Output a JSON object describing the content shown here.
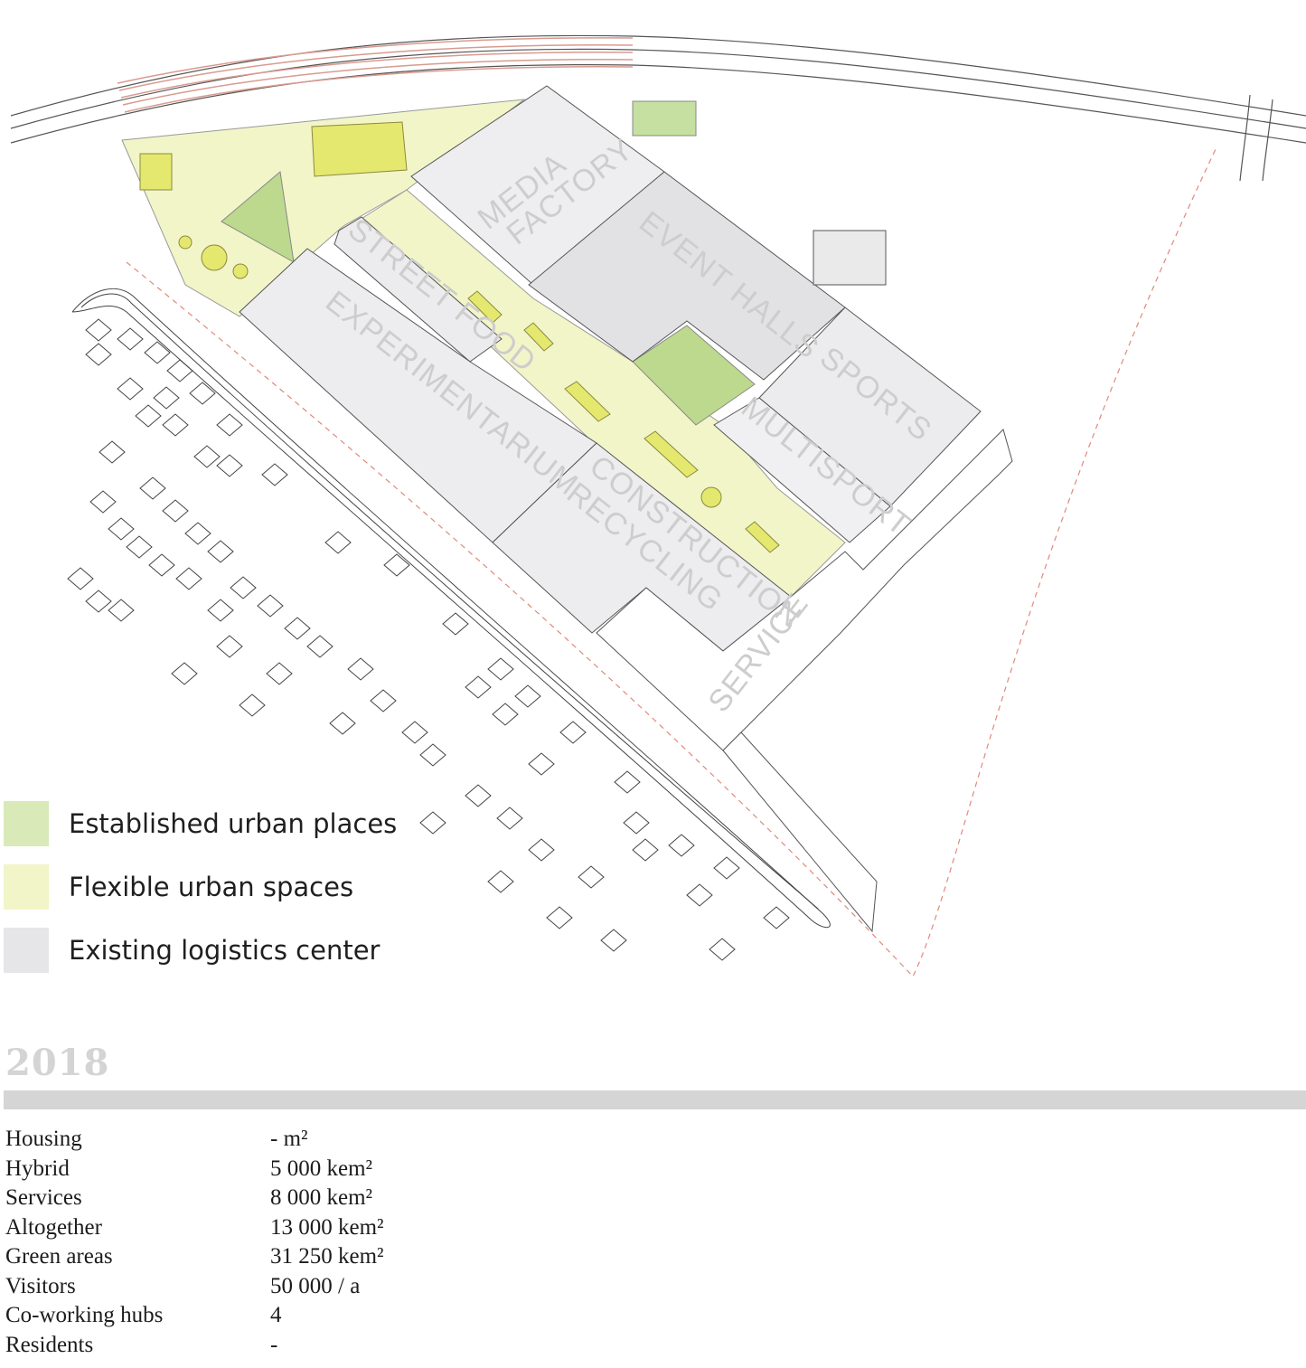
{
  "plan": {
    "zones": {
      "media_factory": "MEDIA FACTORY",
      "event_halls": "EVENT HALLS",
      "street_food": "STREET FOOD",
      "experimentarium": "EXPERIMENTARIUM",
      "sports": "SPORTS",
      "multisport": "MULTISPORT",
      "construction_recycling_1": "CONSTRUCTION",
      "construction_recycling_2": "RECYCLING",
      "service": "SERVICE",
      "media_line_1": "MEDIA",
      "media_line_2": "FACTORY"
    }
  },
  "legend": [
    {
      "label": "Established urban places",
      "color": "#d9eab8"
    },
    {
      "label": "Flexible urban spaces",
      "color": "#f2f5c8"
    },
    {
      "label": "Existing logistics center",
      "color": "#e6e6e8"
    }
  ],
  "year": "2018",
  "stats": [
    {
      "label": "Housing",
      "value": "- m²"
    },
    {
      "label": "Hybrid",
      "value": "5 000 kem²"
    },
    {
      "label": "Services",
      "value": "8 000 kem²"
    },
    {
      "label": "Altogether",
      "value": "13 000 kem²"
    },
    {
      "label": "Green areas",
      "value": "31 250 kem²"
    },
    {
      "label": "Visitors",
      "value": "50 000 / a"
    },
    {
      "label": "Co-working hubs",
      "value": "4"
    },
    {
      "label": "Residents",
      "value": "-"
    }
  ],
  "colors": {
    "established": "#d9eab8",
    "flexible": "#f2f5c8",
    "logistics": "#e6e6e8",
    "boundary": "#e08a7a"
  }
}
